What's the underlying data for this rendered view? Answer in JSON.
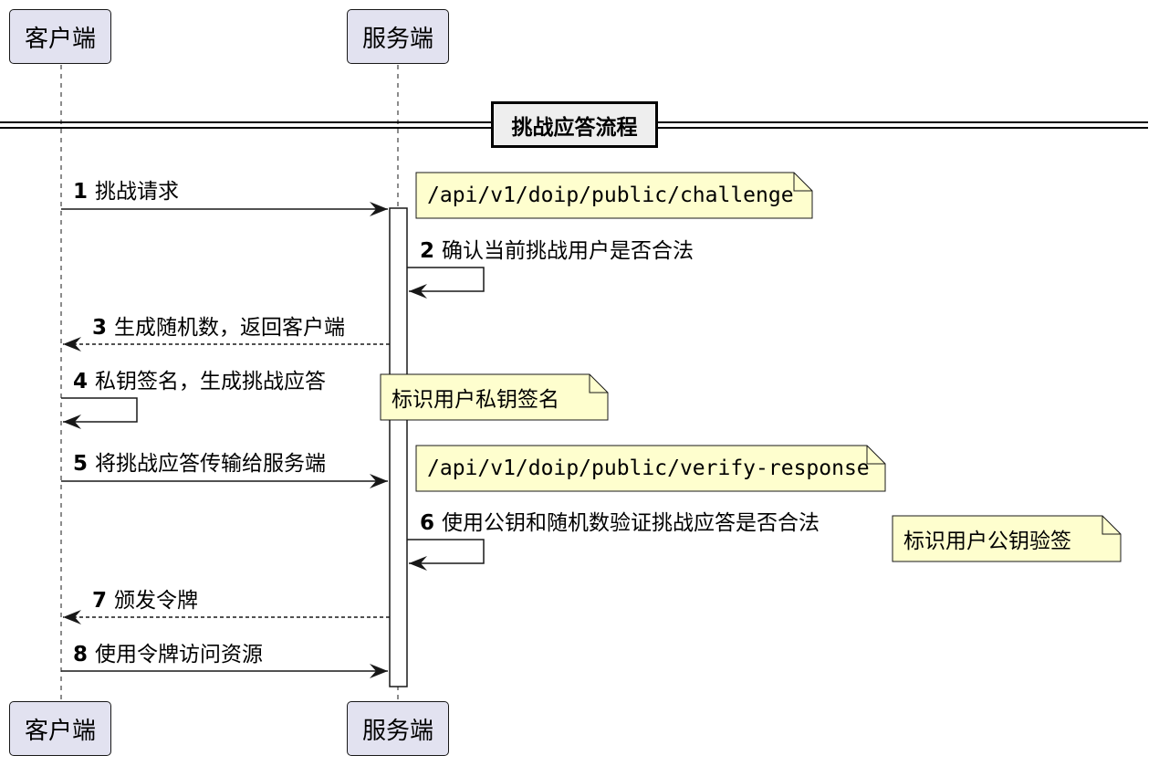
{
  "participants": {
    "client": "客户端",
    "server": "服务端"
  },
  "divider": "挑战应答流程",
  "messages": [
    {
      "num": "1",
      "text": "挑战请求",
      "from": "client",
      "to": "server",
      "style": "solid"
    },
    {
      "num": "2",
      "text": "确认当前挑战用户是否合法",
      "from": "server",
      "to": "server",
      "style": "solid"
    },
    {
      "num": "3",
      "text": "生成随机数，返回客户端",
      "from": "server",
      "to": "client",
      "style": "dashed"
    },
    {
      "num": "4",
      "text": "私钥签名，生成挑战应答",
      "from": "client",
      "to": "client",
      "style": "solid"
    },
    {
      "num": "5",
      "text": "将挑战应答传输给服务端",
      "from": "client",
      "to": "server",
      "style": "solid"
    },
    {
      "num": "6",
      "text": "使用公钥和随机数验证挑战应答是否合法",
      "from": "server",
      "to": "server",
      "style": "solid"
    },
    {
      "num": "7",
      "text": "颁发令牌",
      "from": "server",
      "to": "client",
      "style": "dashed"
    },
    {
      "num": "8",
      "text": "使用令牌访问资源",
      "from": "client",
      "to": "server",
      "style": "solid"
    }
  ],
  "notes": {
    "challenge_api": "/api/v1/doip/public/challenge",
    "client_sign": "标识用户私钥签名",
    "verify_api": "/api/v1/doip/public/verify-response",
    "server_verify": "标识用户公钥验签"
  },
  "colors": {
    "participant_fill": "#e2e2f0",
    "note_fill": "#fefece",
    "line": "#181818"
  }
}
